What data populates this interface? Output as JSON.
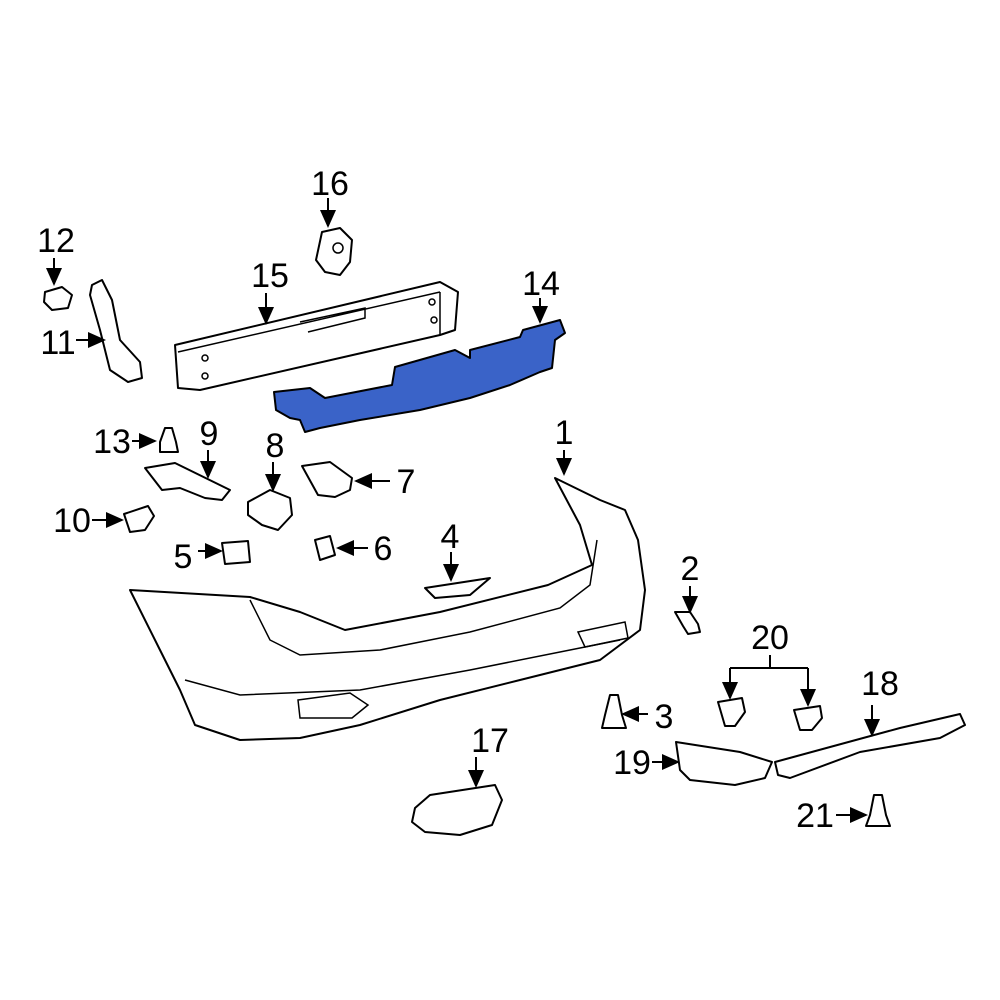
{
  "diagram": {
    "highlight_color": "#3a63c8",
    "highlighted_part": "14",
    "callouts": [
      "1",
      "2",
      "3",
      "4",
      "5",
      "6",
      "7",
      "8",
      "9",
      "10",
      "11",
      "12",
      "13",
      "14",
      "15",
      "16",
      "17",
      "18",
      "19",
      "20",
      "21"
    ]
  }
}
